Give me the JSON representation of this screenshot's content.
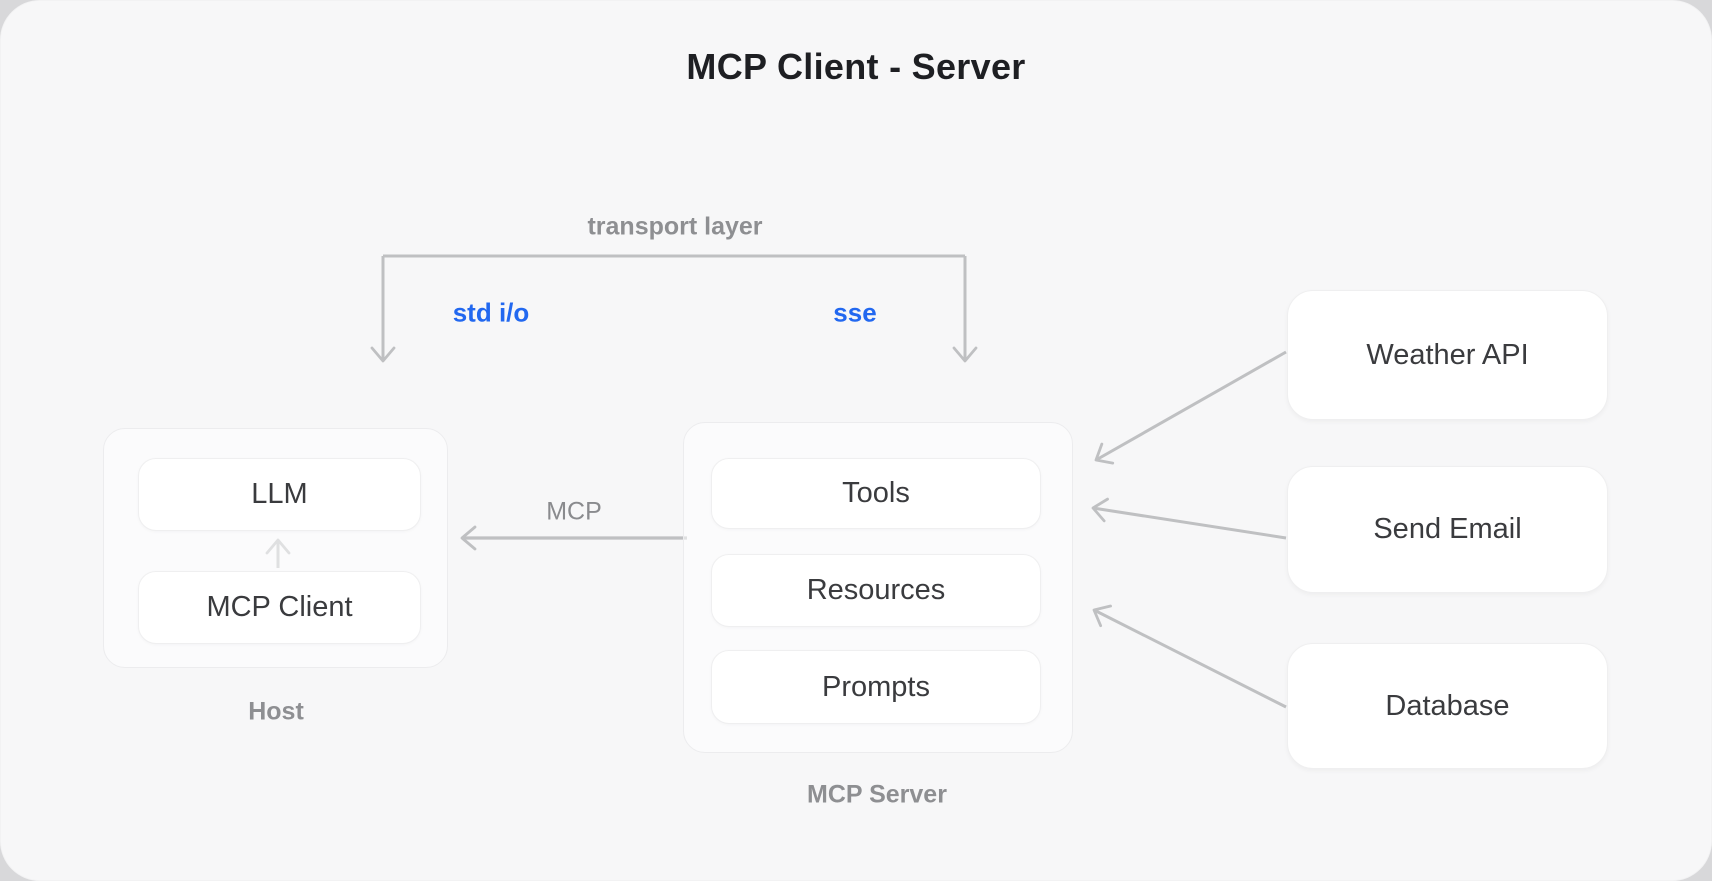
{
  "title": "MCP Client - Server",
  "transport": {
    "label": "transport layer",
    "left_channel": "std i/o",
    "right_channel": "sse"
  },
  "host": {
    "label": "Host",
    "children": [
      {
        "label": "LLM"
      },
      {
        "label": "MCP Client"
      }
    ]
  },
  "server": {
    "label": "MCP Server",
    "children": [
      {
        "label": "Tools"
      },
      {
        "label": "Resources"
      },
      {
        "label": "Prompts"
      }
    ]
  },
  "externals": [
    {
      "label": "Weather API"
    },
    {
      "label": "Send Email"
    },
    {
      "label": "Database"
    }
  ],
  "connections": {
    "host_server_label": "MCP"
  },
  "colors": {
    "canvas_bg": "#f7f7f8",
    "outer_bg": "#d8d8da",
    "node_bg": "#ffffff",
    "node_border": "#efeff0",
    "container_border": "#ececee",
    "node_text": "#3a3b3e",
    "label_gray": "#8e8f92",
    "edge_label_gray": "#8a8b8e",
    "accent_blue": "#2268f0",
    "arrow_gray": "#bfc0c2",
    "title_color": "#1e1f23"
  }
}
